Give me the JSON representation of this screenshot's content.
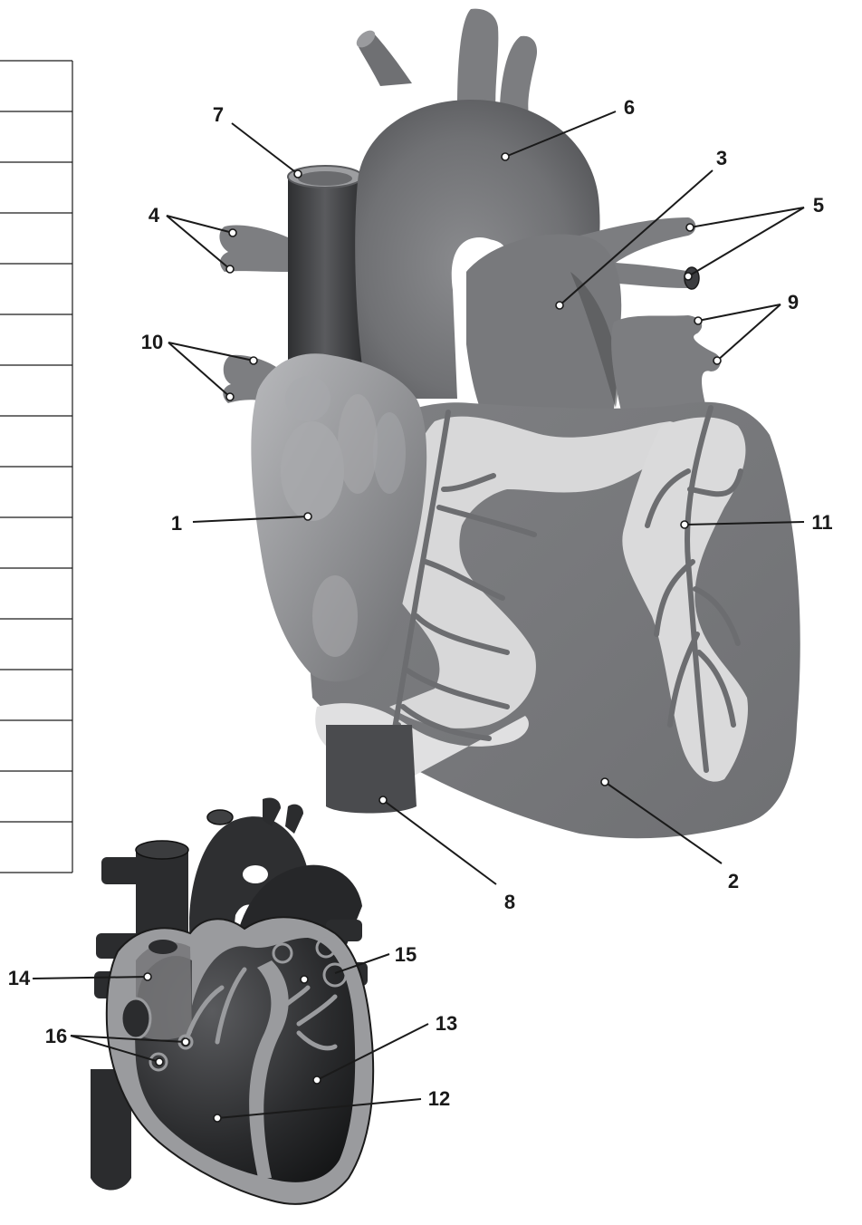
{
  "labels": {
    "l1": "1",
    "l2": "2",
    "l3": "3",
    "l4": "4",
    "l5": "5",
    "l6": "6",
    "l7": "7",
    "l8": "8",
    "l9": "9",
    "l10": "10",
    "l11": "11",
    "l12": "12",
    "l13": "13",
    "l14": "14",
    "l15": "15",
    "l16": "16"
  },
  "answer_table": {
    "rows": 16
  },
  "colors": {
    "heart_exterior": "#7b7c7f",
    "right_atrium": "#8e8f92",
    "vessel_dark": "#4a4b4e",
    "fat_light": "#d8d8d9",
    "section_outer": "#9a9b9e",
    "section_inner": "#1f2022"
  }
}
